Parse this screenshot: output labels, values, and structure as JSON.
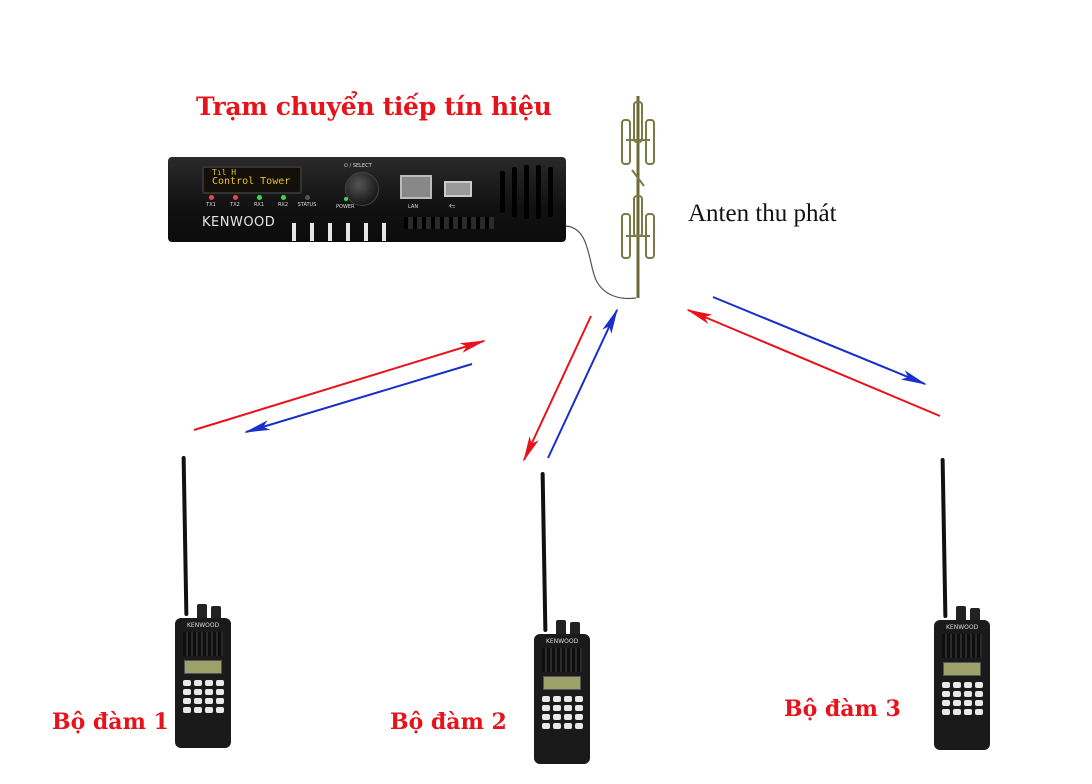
{
  "title": "Trạm chuyển tiếp tín hiệu",
  "antenna_label": "Anten thu phát",
  "repeater": {
    "display_icons": "Tıl H",
    "display_text": "Control Tower",
    "indicators": [
      "TX1",
      "TX2",
      "RX1",
      "RX2",
      "STATUS"
    ],
    "indicator_colors": [
      "#e84a4a",
      "#e84a4a",
      "#40d84a",
      "#40d84a",
      "#555555"
    ],
    "power_label": "POWER",
    "select_label": "⏻ / SELECT",
    "lan_label": "LAN",
    "brand": "KENWOOD"
  },
  "radios": [
    {
      "label": "Bộ đàm 1",
      "brand": "KENWOOD"
    },
    {
      "label": "Bộ đàm 2",
      "brand": "KENWOOD"
    },
    {
      "label": "Bộ đàm 3",
      "brand": "KENWOOD"
    }
  ],
  "colors": {
    "label_red": "#e8121b",
    "arrow_red": "#e8121b",
    "arrow_blue": "#1a2ecc"
  }
}
